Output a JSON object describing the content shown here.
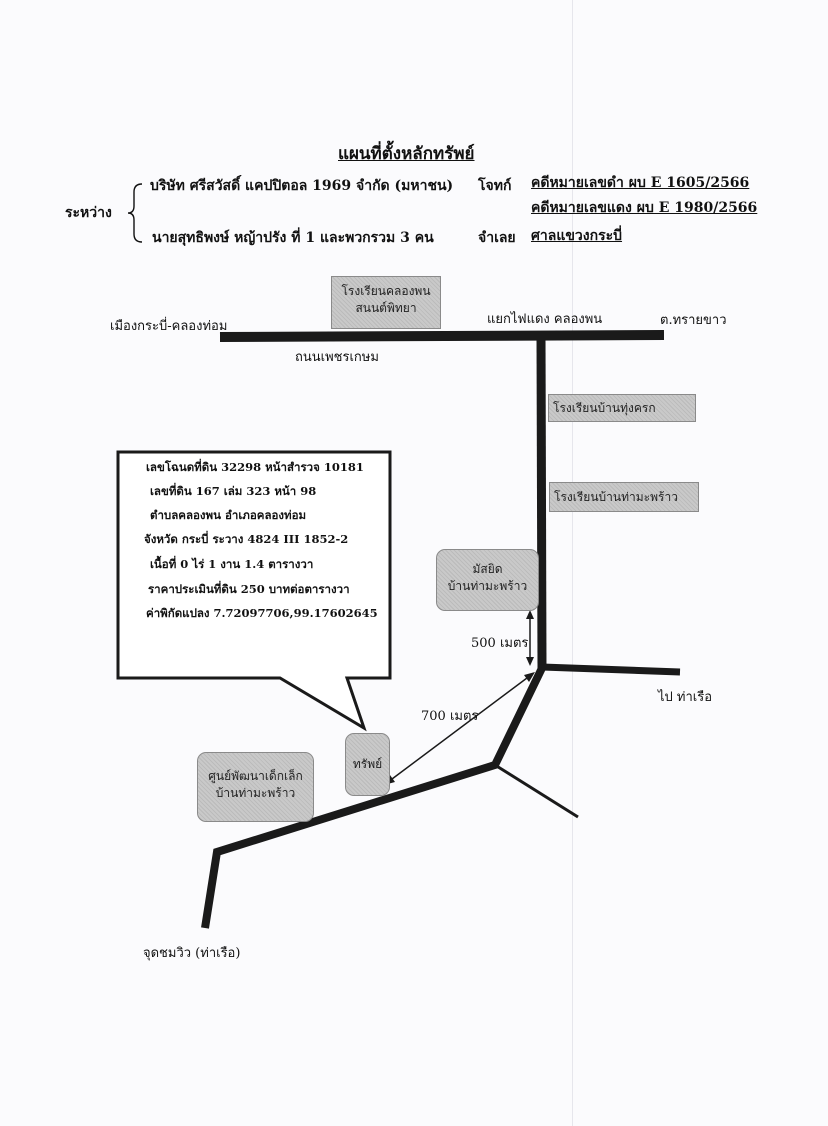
{
  "title": "แผนที่ตั้งหลักทรัพย์",
  "header": {
    "between_label": "ระหว่าง",
    "plaintiff_name": "บริษัท ศรีสวัสดิ์ แคปปิตอล 1969 จำกัด (มหาชน)",
    "plaintiff_role": "โจทก์",
    "black_case": "คดีหมายเลขดำ ผบ E 1605/2566",
    "red_case": "คดีหมายเลขแดง ผบ E 1980/2566",
    "defendant_name": "นายสุทธิพงษ์ หญ้าปรัง ที่ 1 และพวกรวม 3 คน",
    "defendant_role": "จำเลย",
    "court": "ศาลแขวงกระบี่"
  },
  "map_labels": {
    "left_destination": "เมืองกระบี่-คลองท่อม",
    "junction": "แยกไฟแดง คลองพน",
    "right_destination": "ต.ทรายขาว",
    "road_name": "ถนนเพชรเกษม",
    "to_port": "ไป ท่าเรือ",
    "viewpoint": "จุดชมวิว (ท่าเรือ)",
    "distance_500": "500 เมตร",
    "distance_700": "700 เมตร"
  },
  "landmarks": {
    "school_klongphon_line1": "โรงเรียนคลองพน",
    "school_klongphon_line2": "สนนต์พิทยา",
    "school_thungkrok": "โรงเรียนบ้านทุ่งครก",
    "school_thamaprao": "โรงเรียนบ้านท่ามะพร้าว",
    "mosque_line1": "มัสยิด",
    "mosque_line2": "บ้านท่ามะพร้าว",
    "childcare_line1": "ศูนย์พัฒนาเด็กเล็ก",
    "childcare_line2": "บ้านท่ามะพร้าว",
    "property": "ทรัพย์"
  },
  "property_info": {
    "line1": "เลขโฉนดที่ดิน 32298 หน้าสำรวจ 10181",
    "line2": "เลขที่ดิน 167 เล่ม 323 หน้า 98",
    "line3": "ตำบลคลองพน อำเภอคลองท่อม",
    "line4": "จังหวัด กระบี่ ระวาง 4824 III 1852-2",
    "line5": "เนื้อที่ 0 ไร่ 1 งาน 1.4 ตารางวา",
    "line6": "ราคาประเมินที่ดิน 250 บาทต่อตารางวา",
    "line7": "ค่าพิกัดแปลง 7.72097706,99.17602645"
  },
  "colors": {
    "road": "#1a1a1a",
    "landmark_fill": "#c9c9c9",
    "paper": "#fbfbfd"
  }
}
